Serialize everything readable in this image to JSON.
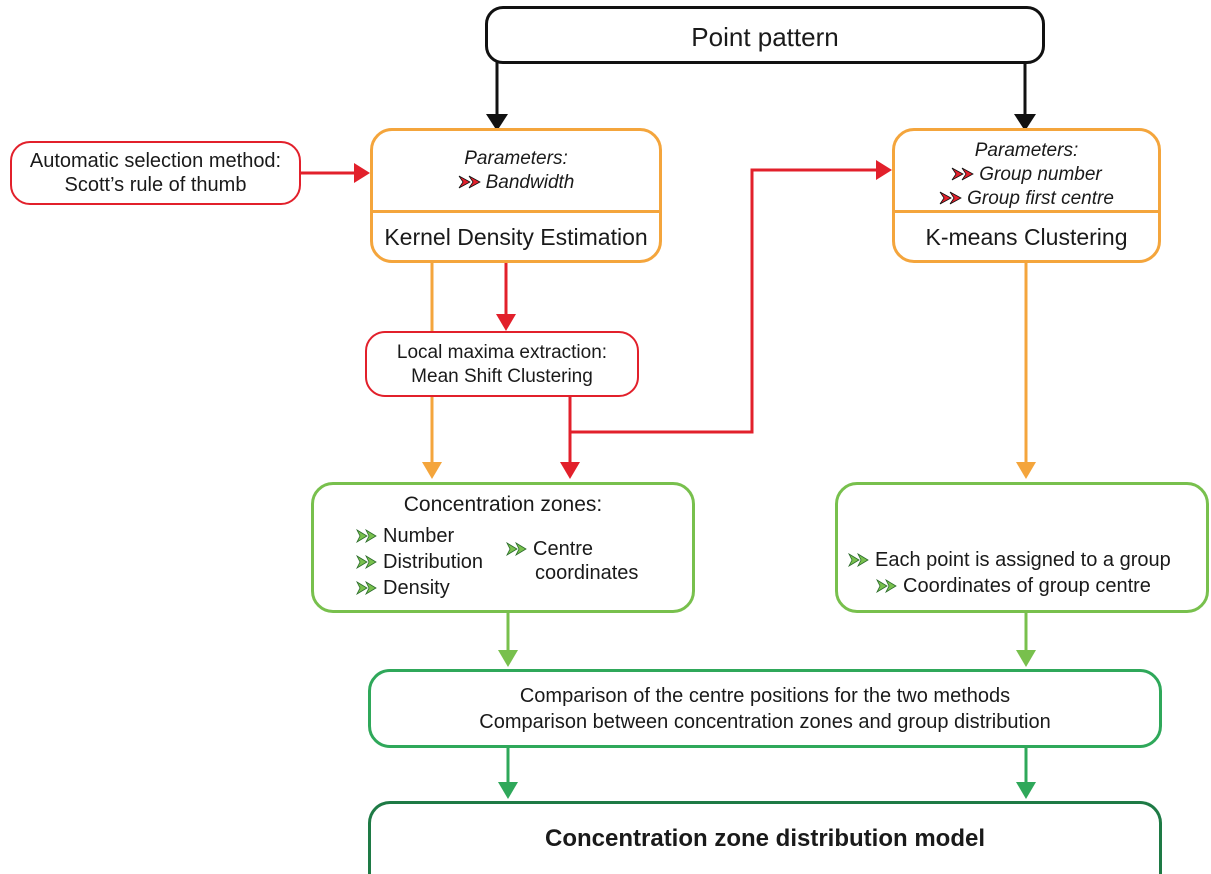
{
  "colors": {
    "black": "#111111",
    "orange": "#F4A53C",
    "red": "#E2202B",
    "light_green": "#78C04D",
    "mid_green": "#2FA85A",
    "dark_green": "#1E7A45"
  },
  "icons": {
    "red_bullet": "red-double-arrow-icon",
    "green_bullet": "green-double-arrow-icon"
  },
  "nodes": {
    "point_pattern": {
      "title": "Point pattern"
    },
    "auto_selection": {
      "line1": "Automatic selection method:",
      "line2": "Scott’s rule of thumb"
    },
    "kde": {
      "params_label": "Parameters:",
      "param_bandwidth": "Bandwidth",
      "title": "Kernel Density Estimation"
    },
    "kmeans": {
      "params_label": "Parameters:",
      "param_group_number": "Group number",
      "param_first_centre": "Group first centre",
      "title": "K-means Clustering"
    },
    "local_maxima": {
      "line1": "Local maxima extraction:",
      "line2": "Mean Shift Clustering"
    },
    "concentration_zones": {
      "title": "Concentration zones:",
      "item_number": "Number",
      "item_distribution": "Distribution",
      "item_density": "Density",
      "item_centre_line1": "Centre",
      "item_centre_line2": "coordinates"
    },
    "kmeans_results": {
      "item1": "Each point is assigned to a group",
      "item2": "Coordinates of group centre"
    },
    "comparison": {
      "line1": "Comparison of the centre positions for the two methods",
      "line2": "Comparison between concentration zones and group distribution"
    },
    "final_model": {
      "title": "Concentration zone distribution model"
    }
  }
}
